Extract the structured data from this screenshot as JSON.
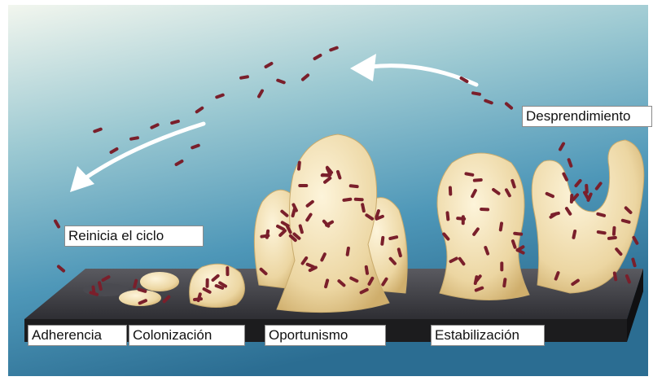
{
  "labels": {
    "detachment": "Desprendimiento",
    "restart": "Reinicia el ciclo",
    "adherence": "Adherencia",
    "colonization": "Colonización",
    "opportunism": "Oportunismo",
    "stabilization": "Estabilización"
  },
  "colors": {
    "sky_top": "#f2f6f0",
    "sky_mid": "#5fa8c4",
    "sky_bottom": "#2a6f93",
    "slab_top": "#3d3d42",
    "slab_front": "#1c1c1e",
    "biofilm": "#f1deb0",
    "biofilm_edge": "#c9ab6d",
    "bacteria": "#7a1f2b",
    "arrow": "#ffffff"
  }
}
